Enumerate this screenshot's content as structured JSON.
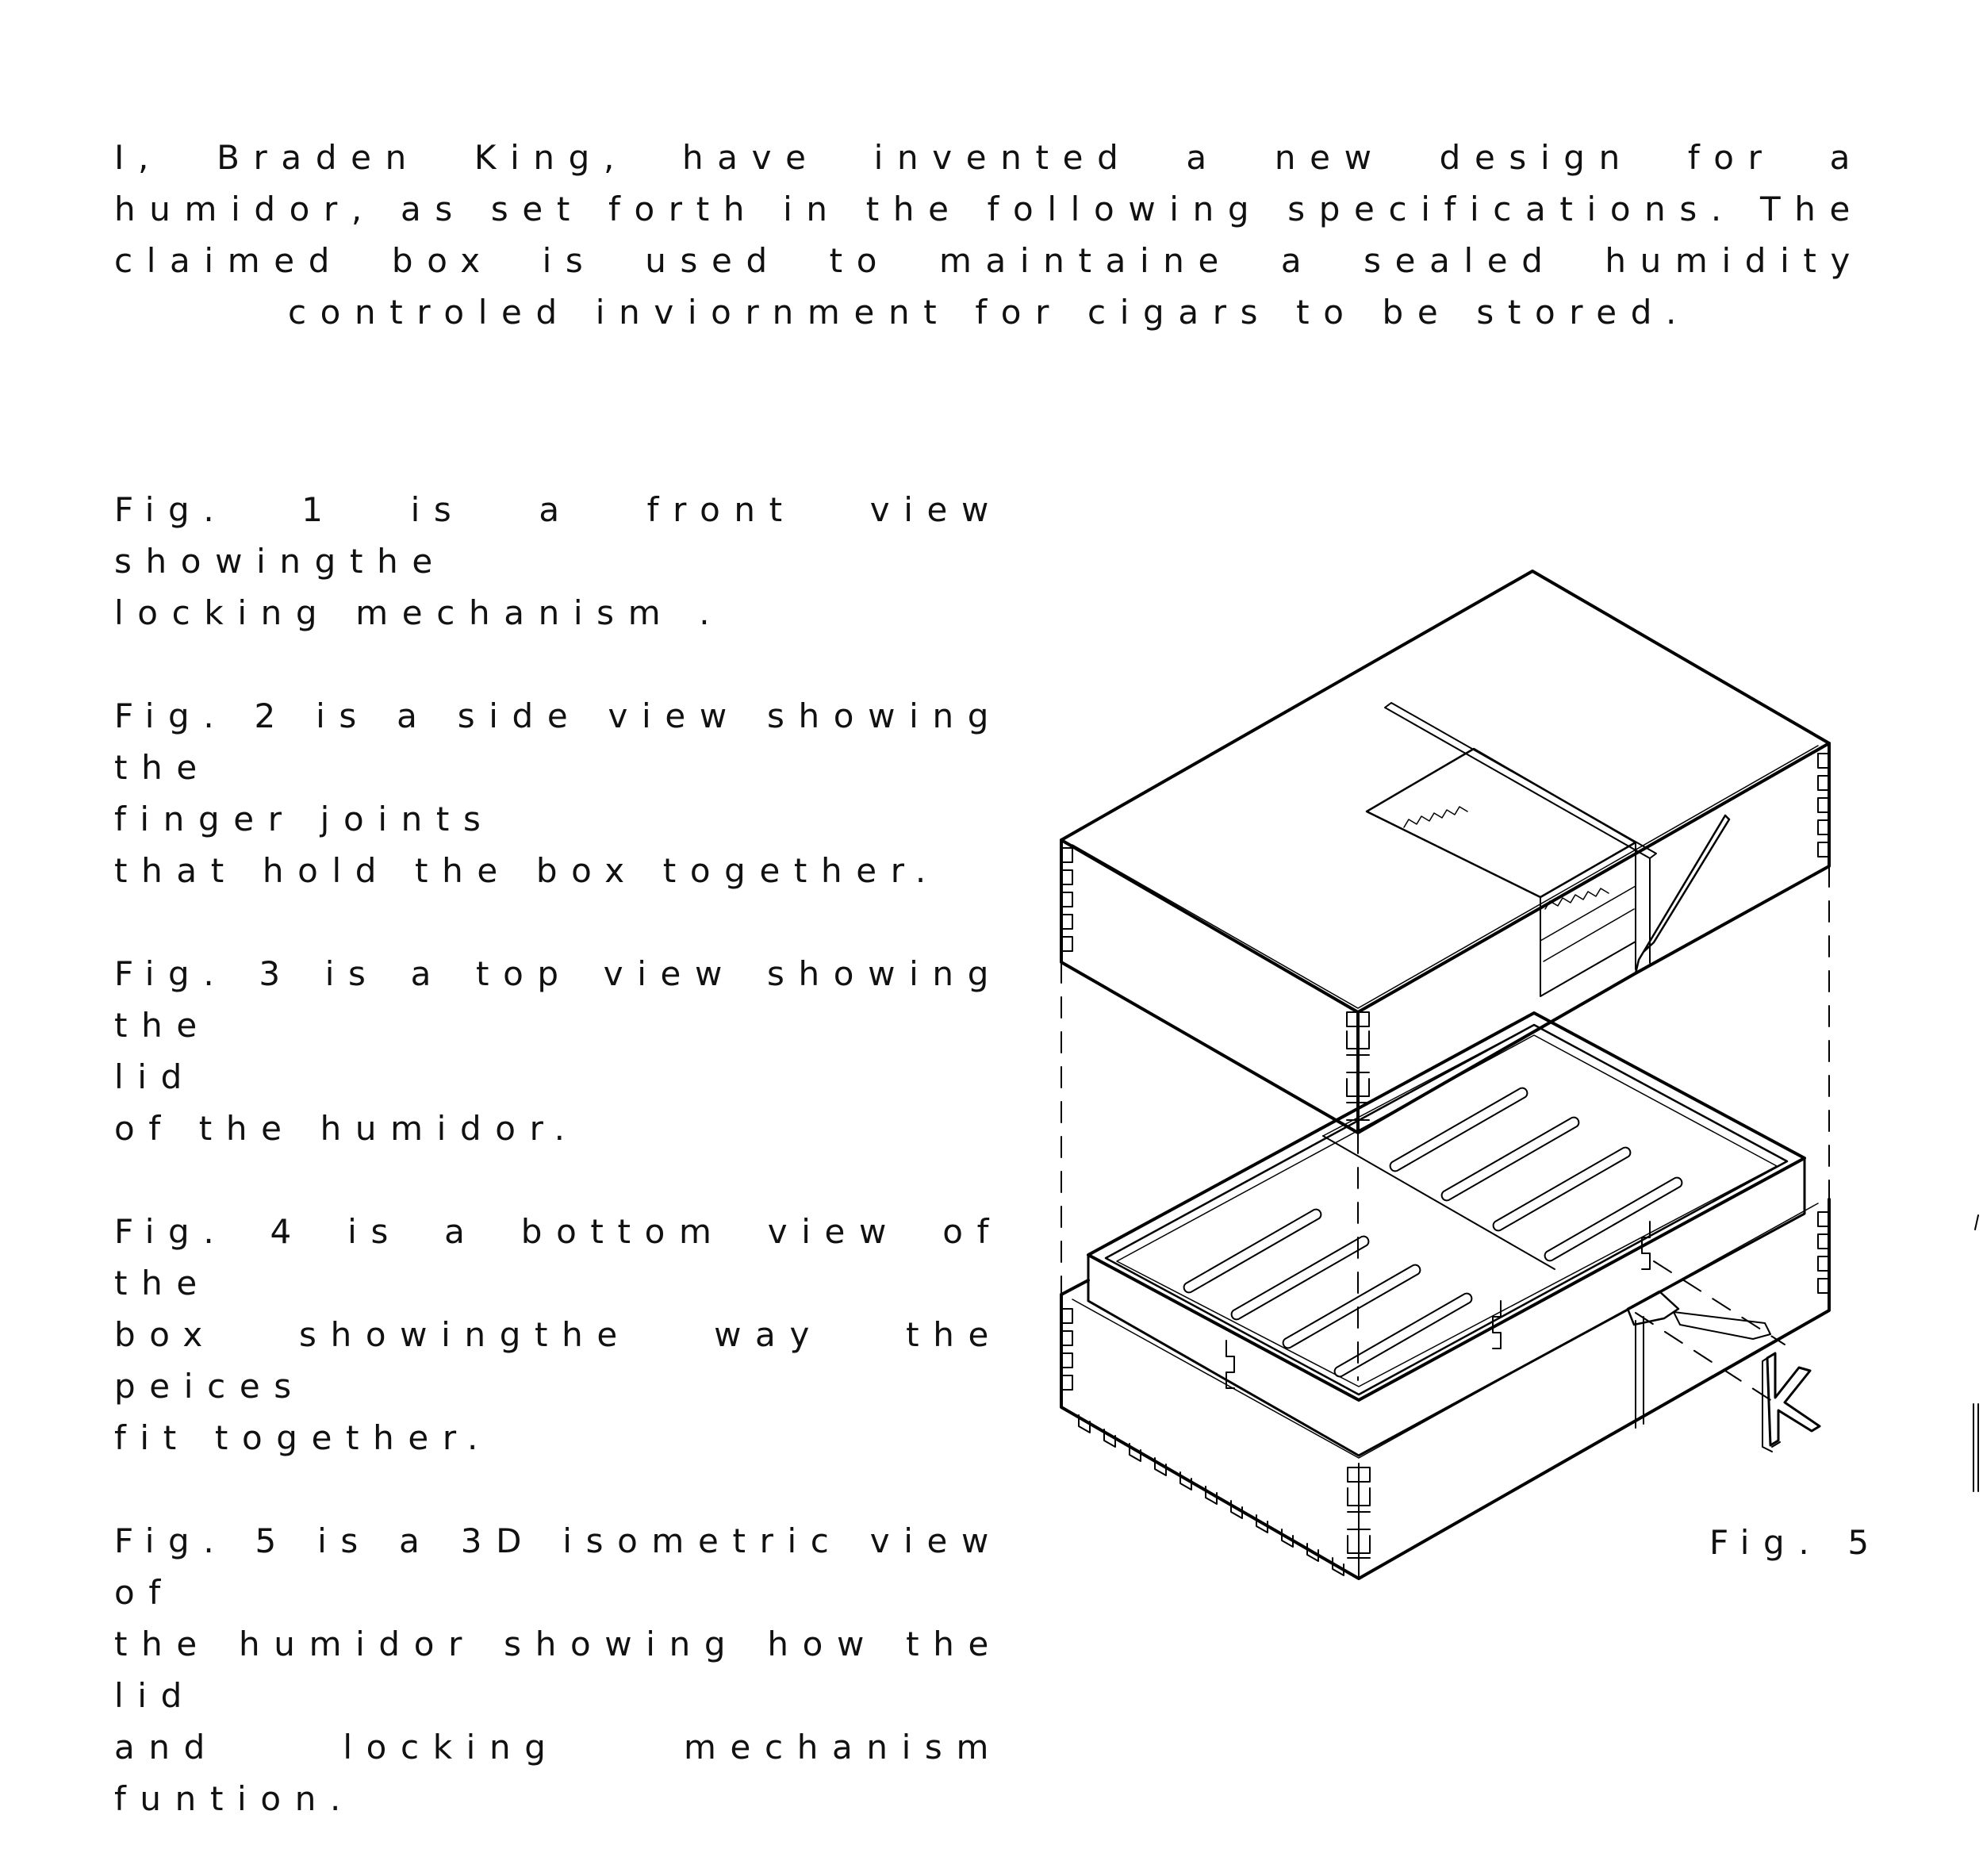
{
  "intro": "I, Braden King, have invented a new design for a humidor, as set forth in the following specifications. The claimed box is used to maintaine a sealed humidity controled inviornment for cigars to be stored.",
  "figures": [
    {
      "line1": "Fig. 1 is a front view showingthe",
      "line2": "locking mechanism .",
      "line3": ""
    },
    {
      "line1": "Fig. 2 is a side view showing the",
      "line2": "finger joints",
      "line3": "that hold the box together."
    },
    {
      "line1": "Fig. 3 is a top view showing the",
      "line2": "lid",
      "line3": "of the humidor."
    },
    {
      "line1": "Fig. 4 is a bottom view of the",
      "line2": "box showingthe way the peices",
      "line3": "fit together."
    },
    {
      "line1": "Fig. 5 is a 3D isometric view of",
      "line2": "the humidor showing how the lid",
      "line3": "and locking mechanism funtion."
    }
  ],
  "drawing_label": "Fig. 5",
  "line_color": "#000000"
}
